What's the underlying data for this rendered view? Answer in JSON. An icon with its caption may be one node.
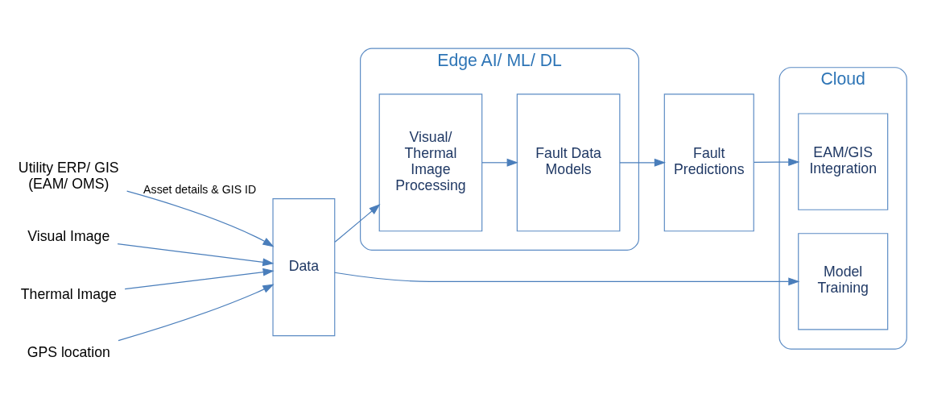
{
  "diagram": {
    "nodes": [
      {
        "text": [
          "Utility ERP/ GIS (EAM/ OMS)"
        ]
      },
      {
        "text": [
          "Visual Image"
        ]
      },
      {
        "text": [
          "Thermal Image"
        ]
      },
      {
        "text": [
          "GPS location"
        ]
      },
      {
        "text": [
          "Data"
        ]
      },
      {
        "text": [
          "Edge AI/ ML/ DL"
        ]
      },
      {
        "text": [
          "Visual/ Thermal Image Processing"
        ],
        "in": 5
      },
      {
        "text": [
          "Fault Data Models"
        ],
        "in": 5
      },
      {
        "text": [
          "Fault Predictions"
        ]
      },
      {
        "text": [
          "Cloud"
        ]
      },
      {
        "text": [
          "Model Training"
        ],
        "in": 9
      },
      {
        "text": [
          "EAM/GIS Integration"
        ],
        "in": 9
      }
    ],
    "edges": [
      {
        "from": 0,
        "to": 4,
        "arrow": "to",
        "label": "Asset details & GIS ID"
      },
      {
        "from": 1,
        "to": 4,
        "arrow": "to"
      },
      {
        "from": 2,
        "to": 4,
        "arrow": "to"
      },
      {
        "from": 3,
        "to": 4,
        "arrow": "to"
      },
      {
        "from": 4,
        "to": 6,
        "arrow": "to"
      },
      {
        "from": 4,
        "to": 10,
        "arrow": "to"
      },
      {
        "from": 6,
        "to": 7,
        "arrow": "to"
      },
      {
        "from": 7,
        "to": 8,
        "arrow": "to"
      },
      {
        "from": 8,
        "to": 11,
        "arrow": "to"
      }
    ]
  }
}
